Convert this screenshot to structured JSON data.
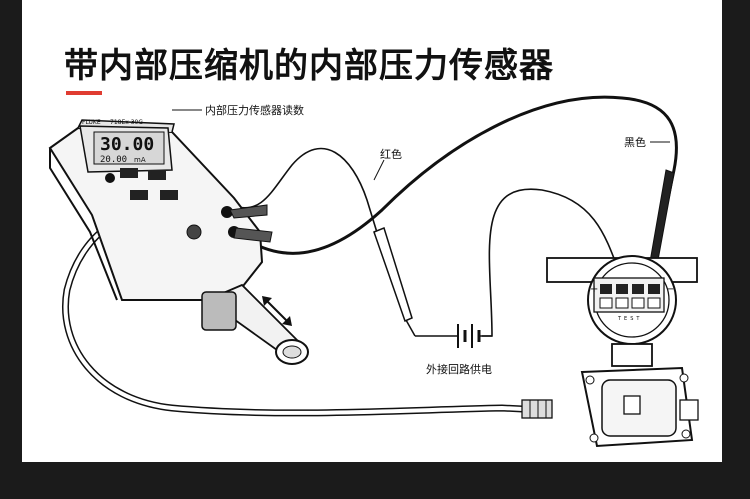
{
  "title": "带内部压缩机的内部压力传感器",
  "accent_color": "#e03c31",
  "labels": {
    "reading": "内部压力传感器读数",
    "red_lead": "红色",
    "black_lead": "黑色",
    "external_power": "外接回路供电"
  },
  "meter": {
    "brand": "FLUKE",
    "model": "718Ex 30G",
    "main_value": "30.00",
    "sub_value": "20.00",
    "sub_unit": "mA"
  },
  "transmitter": {
    "test_label": "TEST",
    "plus_sign": "+",
    "minus_sign": "−"
  },
  "icons": [
    "double-arrow-icon",
    "battery-icon"
  ]
}
